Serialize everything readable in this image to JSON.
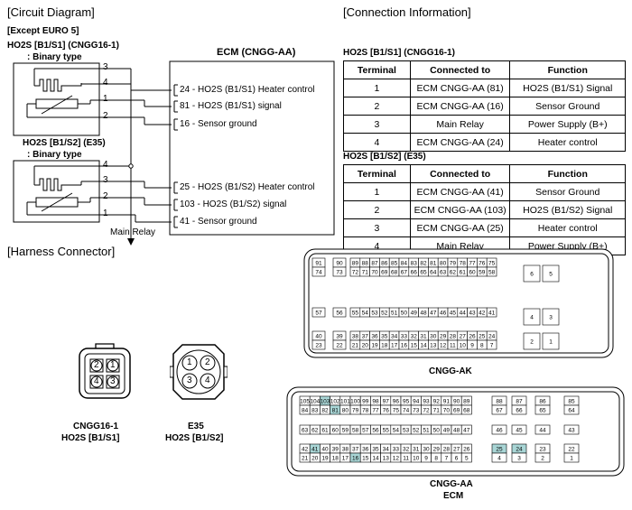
{
  "sections": {
    "circuit": "[Circuit Diagram]",
    "connection": "[Connection Information]",
    "harness": "[Harness Connector]"
  },
  "except_note": "[Except EURO 5]",
  "sensors": {
    "s1_title": "HO2S [B1/S1] (CNGG16-1)",
    "s1_type": ": Binary type",
    "s2_title": "HO2S [B1/S2] (E35)",
    "s2_type": ": Binary type",
    "s1_pins": [
      "3",
      "4",
      "1",
      "2"
    ],
    "s2_pins": [
      "4",
      "3",
      "2",
      "1"
    ]
  },
  "ecm": {
    "title": "ECM (CNGG-AA)",
    "signals": [
      "24 - HO2S (B1/S1) Heater control",
      "81 - HO2S (B1/S1) signal",
      "16 - Sensor ground",
      "25 - HO2S (B1/S2) Heater control",
      "103 - HO2S (B1/S2) signal",
      "41 - Sensor ground"
    ]
  },
  "main_relay": "Main Relay",
  "tables": [
    {
      "title": "HO2S [B1/S1] (CNGG16-1)",
      "headers": [
        "Terminal",
        "Connected to",
        "Function"
      ],
      "rows": [
        [
          "1",
          "ECM CNGG-AA (81)",
          "HO2S (B1/S1) Signal"
        ],
        [
          "2",
          "ECM CNGG-AA (16)",
          "Sensor Ground"
        ],
        [
          "3",
          "Main Relay",
          "Power Supply (B+)"
        ],
        [
          "4",
          "ECM CNGG-AA (24)",
          "Heater control"
        ]
      ]
    },
    {
      "title": "HO2S [B1/S2] (E35)",
      "headers": [
        "Terminal",
        "Connected to",
        "Function"
      ],
      "rows": [
        [
          "1",
          "ECM CNGG-AA (41)",
          "Sensor Ground"
        ],
        [
          "2",
          "ECM CNGG-AA (103)",
          "HO2S (B1/S2) Signal"
        ],
        [
          "3",
          "ECM CNGG-AA (25)",
          "Heater control"
        ],
        [
          "4",
          "Main Relay",
          "Power Supply (B+)"
        ]
      ]
    }
  ],
  "connectors": {
    "cngg16": {
      "pins": [
        "2",
        "1",
        "4",
        "3"
      ],
      "label1": "CNGG16-1",
      "label2": "HO2S [B1/S1]"
    },
    "e35": {
      "pins": [
        "1",
        "2",
        "3",
        "4"
      ],
      "label1": "E35",
      "label2": "HO2S [B1/S2]"
    },
    "ak": {
      "label": "CNGG-AK",
      "rows": [
        [
          "91",
          "90",
          "89",
          "88",
          "87",
          "86",
          "85",
          "84",
          "83",
          "82",
          "81",
          "80",
          "79",
          "78",
          "77",
          "76",
          "75"
        ],
        [
          "74",
          "73",
          "72",
          "71",
          "70",
          "69",
          "68",
          "67",
          "66",
          "65",
          "64",
          "63",
          "62",
          "61",
          "60",
          "59",
          "58"
        ],
        [
          "57",
          "56",
          "55",
          "54",
          "53",
          "52",
          "51",
          "50",
          "49",
          "48",
          "47",
          "46",
          "45",
          "44",
          "43",
          "42",
          "41"
        ],
        [
          "40",
          "39",
          "38",
          "37",
          "36",
          "35",
          "34",
          "33",
          "32",
          "31",
          "30",
          "29",
          "28",
          "27",
          "26",
          "25",
          "24"
        ],
        [
          "23",
          "22",
          "21",
          "20",
          "19",
          "18",
          "17",
          "16",
          "15",
          "14",
          "13",
          "12",
          "11",
          "10",
          "9",
          "8",
          "7"
        ]
      ],
      "right": [
        "6",
        "5",
        "4",
        "3",
        "2",
        "1"
      ]
    },
    "aa": {
      "label1": "CNGG-AA",
      "label2": "ECM",
      "rows": [
        [
          "105",
          "104",
          "103",
          "102",
          "101",
          "100",
          "99",
          "98",
          "97",
          "96",
          "95",
          "94",
          "93",
          "92",
          "91",
          "90",
          "89"
        ],
        [
          "84",
          "83",
          "82",
          "81",
          "80",
          "79",
          "78",
          "77",
          "76",
          "75",
          "74",
          "73",
          "72",
          "71",
          "70",
          "69",
          "68"
        ],
        [
          "63",
          "62",
          "61",
          "60",
          "59",
          "58",
          "57",
          "56",
          "55",
          "54",
          "53",
          "52",
          "51",
          "50",
          "49",
          "48",
          "47"
        ],
        [
          "42",
          "41",
          "40",
          "39",
          "38",
          "37",
          "36",
          "35",
          "34",
          "33",
          "32",
          "31",
          "30",
          "29",
          "28",
          "27",
          "26"
        ],
        [
          "21",
          "20",
          "19",
          "18",
          "17",
          "16",
          "15",
          "14",
          "13",
          "12",
          "11",
          "10",
          "9",
          "8",
          "7",
          "6",
          "5"
        ]
      ],
      "right_rows": [
        [
          "88",
          "87",
          "86",
          "85"
        ],
        [
          "67",
          "66",
          "65",
          "64"
        ],
        [
          "46",
          "45",
          "44",
          "43"
        ],
        [
          "25",
          "24",
          "23",
          "22"
        ],
        [
          "4",
          "3",
          "2",
          "1"
        ]
      ],
      "highlight": [
        "103",
        "81",
        "41",
        "16",
        "25",
        "24"
      ],
      "highlight_color": "#a9d6d6"
    }
  }
}
